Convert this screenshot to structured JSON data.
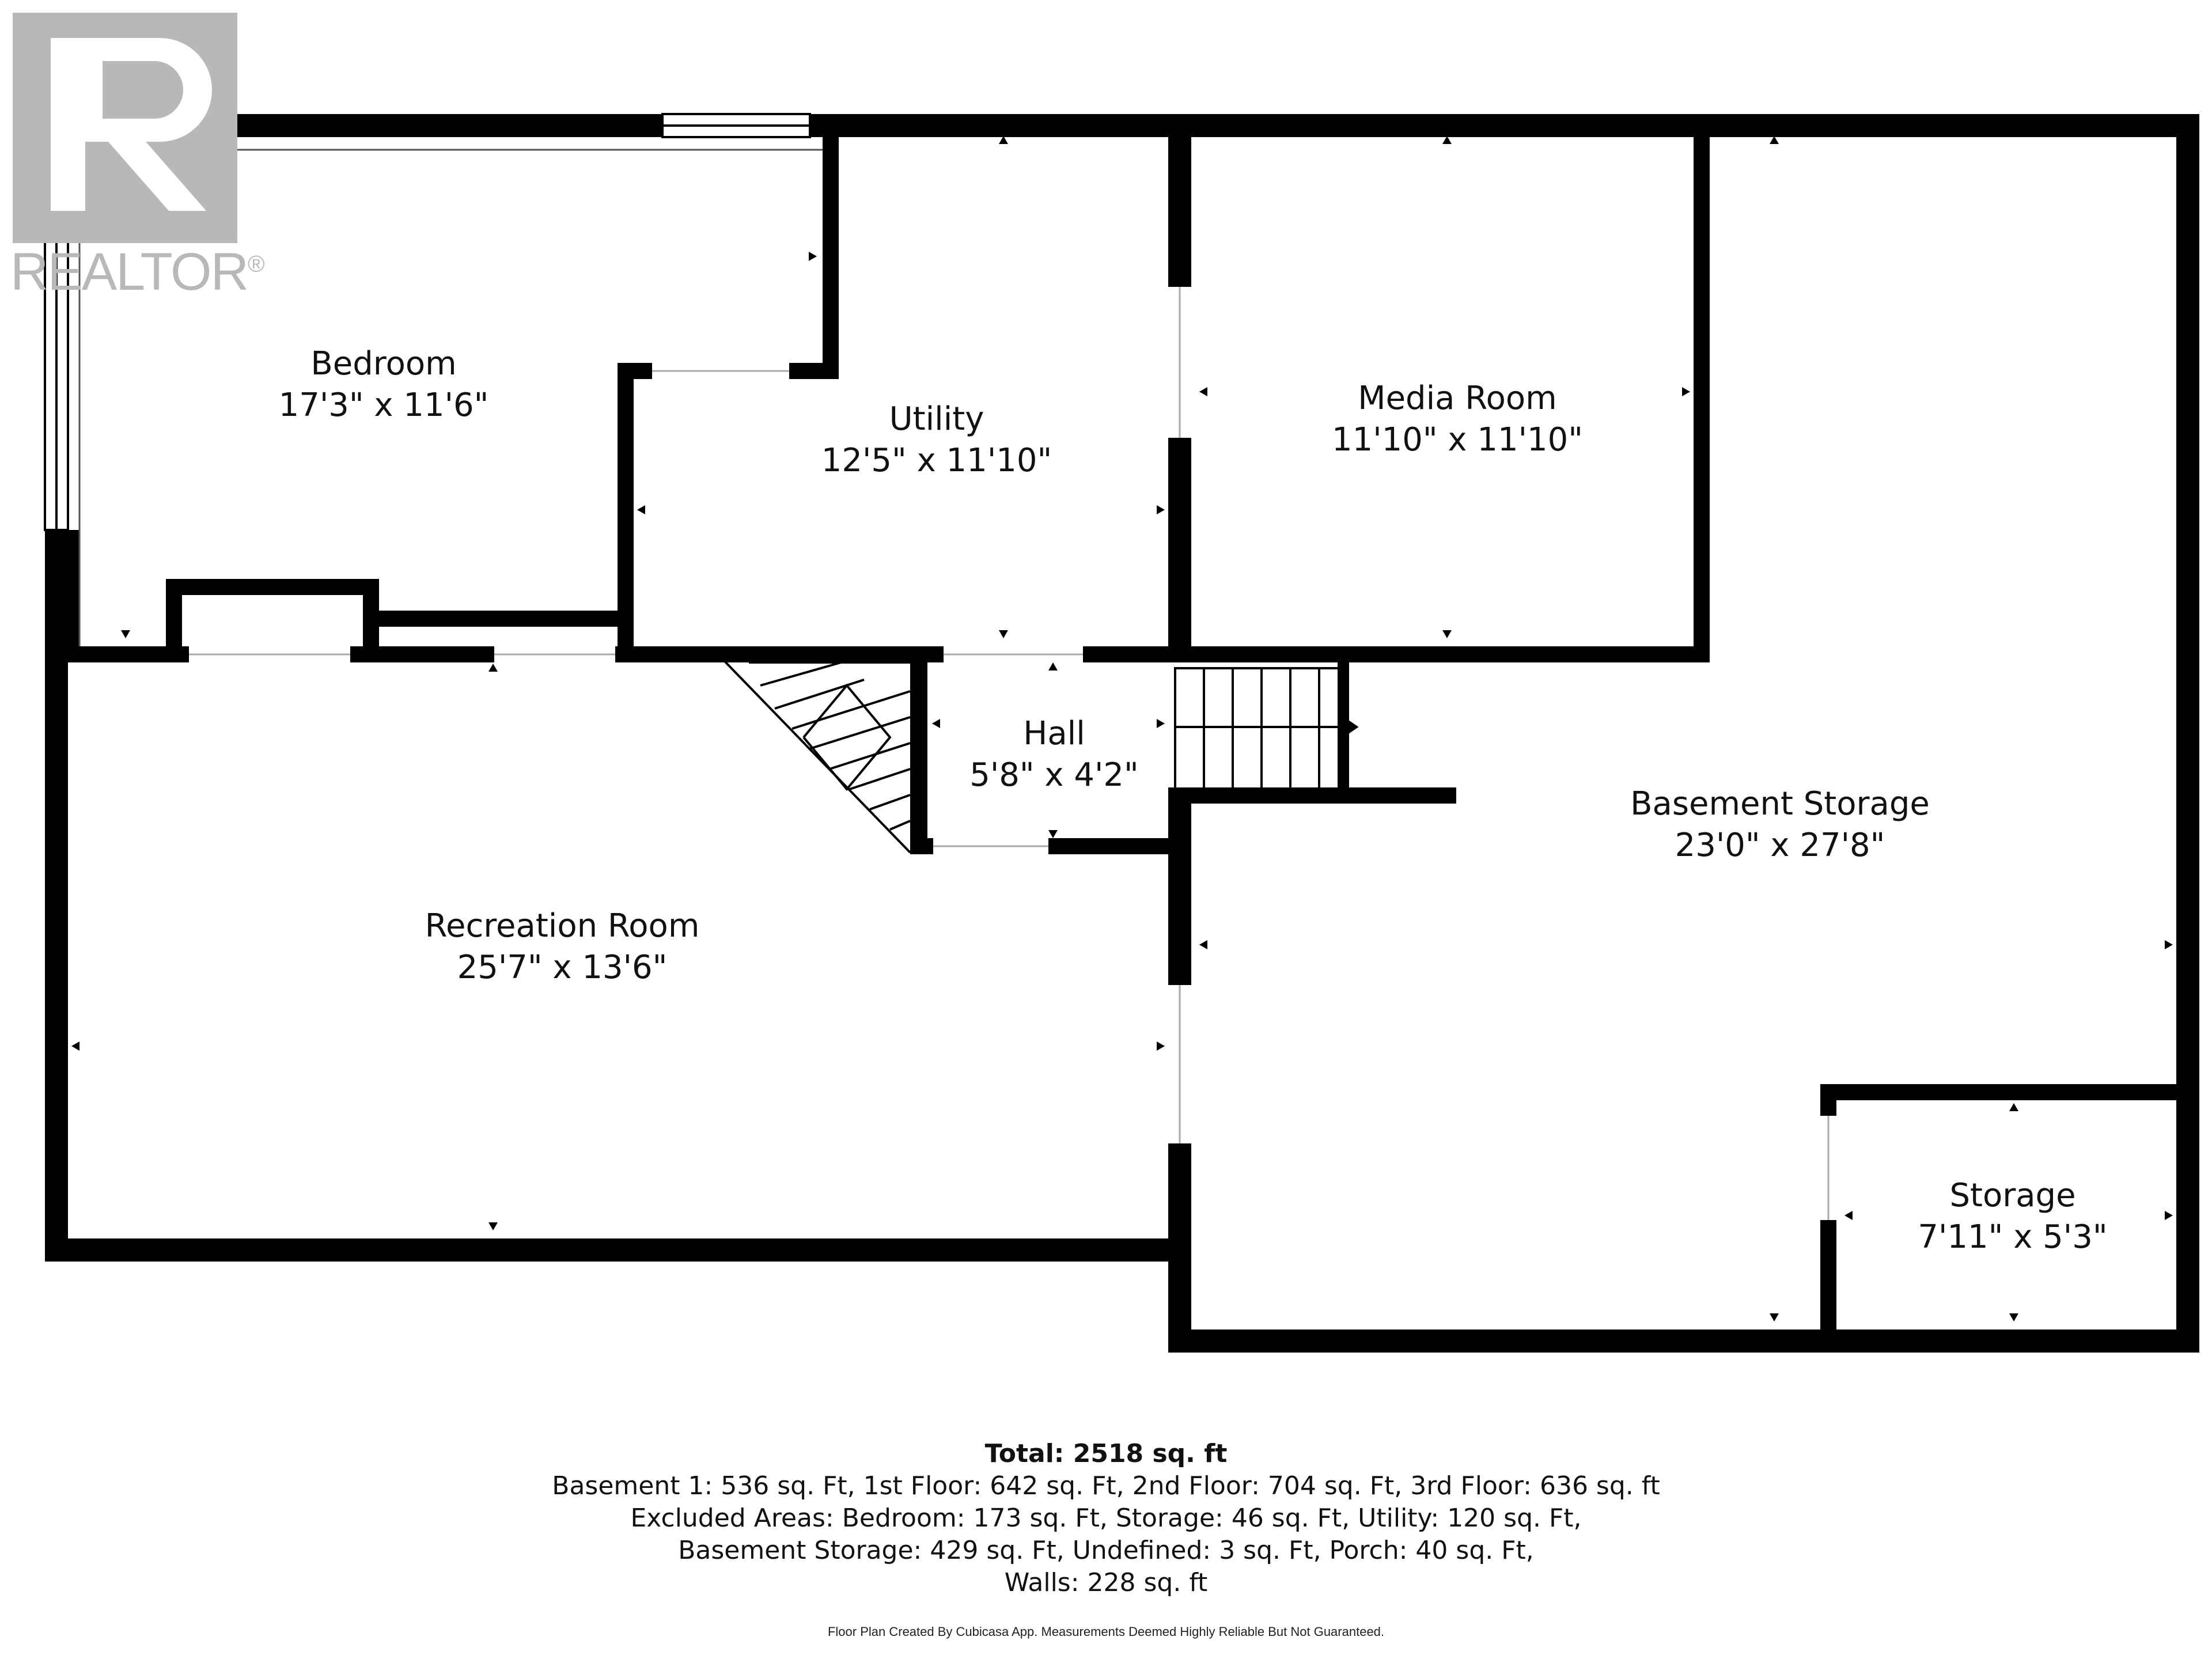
{
  "brand": {
    "name": "REALTOR",
    "mark": "R",
    "registered": "®",
    "color": "#b8b8b8"
  },
  "rooms": {
    "bedroom": {
      "name": "Bedroom",
      "size": "17'3\" x 11'6\""
    },
    "utility": {
      "name": "Utility",
      "size": "12'5\" x 11'10\""
    },
    "media": {
      "name": "Media Room",
      "size": "11'10\" x 11'10\""
    },
    "hall": {
      "name": "Hall",
      "size": "5'8\" x 4'2\""
    },
    "basement_storage": {
      "name": "Basement Storage",
      "size": "23'0\" x 27'8\""
    },
    "recreation": {
      "name": "Recreation Room",
      "size": "25'7\" x 13'6\""
    },
    "storage": {
      "name": "Storage",
      "size": "7'11\" x 5'3\""
    }
  },
  "totals": {
    "total": "Total: 2518 sq. ft",
    "line1": "Basement 1: 536 sq. Ft, 1st Floor: 642 sq. Ft, 2nd Floor: 704 sq. Ft, 3rd Floor: 636 sq. ft",
    "line2": "Excluded Areas: Bedroom: 173 sq. Ft, Storage: 46 sq. Ft, Utility: 120 sq. Ft,",
    "line3": "Basement Storage: 429 sq. Ft, Undefined: 3 sq. Ft, Porch: 40 sq. Ft,",
    "line4": "Walls: 228 sq. ft"
  },
  "disclaimer": "Floor Plan Created By Cubicasa App. Measurements Deemed Highly Reliable But Not Guaranteed.",
  "colors": {
    "wall": "#000000",
    "background": "#ffffff"
  }
}
